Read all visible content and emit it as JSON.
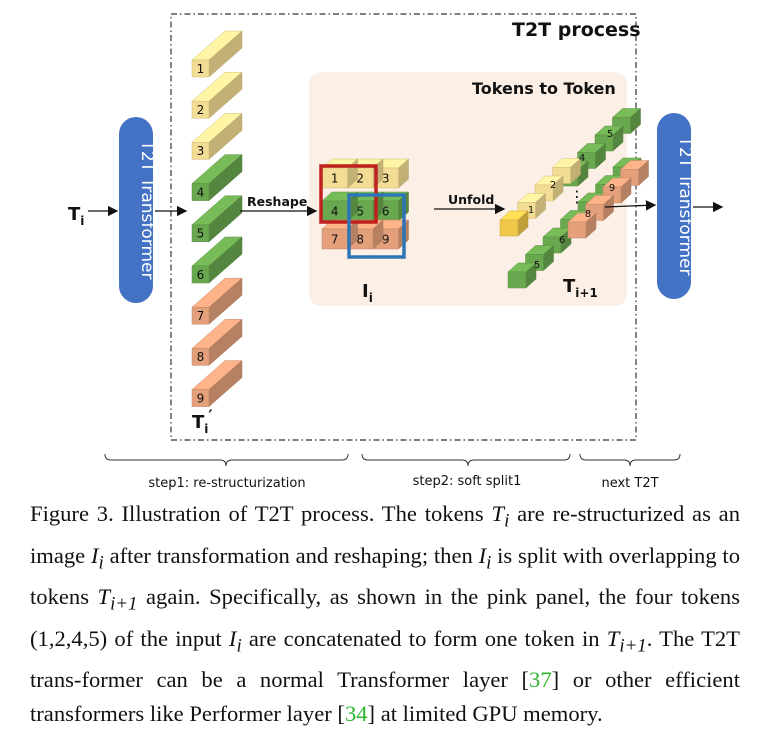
{
  "diagram": {
    "process_title": "T2T process",
    "panel_title": "Tokens to Token",
    "transformer_label": "T2T Transformer",
    "input_label": "T",
    "input_sub": "i",
    "reshaped_label": "T",
    "reshaped_sub": "i",
    "reshaped_prime": "′",
    "image_label": "I",
    "image_sub": "i",
    "output_label": "T",
    "output_sub": "i+1",
    "reshape_arrow": "Reshape",
    "unfold_arrow": "Unfold",
    "ellipsis": "⋮",
    "column_tokens": [
      "1",
      "2",
      "3",
      "4",
      "5",
      "6",
      "7",
      "8",
      "9"
    ],
    "grid_tokens": [
      "1",
      "2",
      "3",
      "4",
      "5",
      "6",
      "7",
      "8",
      "9"
    ],
    "out_long_bar_tokens": [
      "5",
      "6",
      "4",
      "5"
    ],
    "out_mid_bar_tokens": [
      "1",
      "2"
    ],
    "out_orange_bar_tokens": [
      "8",
      "9"
    ],
    "steps": [
      "step1: re-structurization",
      "step2: soft split1",
      "next T2T"
    ],
    "colors": {
      "yellow": "#f3dc93",
      "green": "#6aa84f",
      "orange": "#e3a07a",
      "transformer": "#4472c4",
      "red_box": "#c0201e",
      "blue_box": "#2e75b6",
      "panel": "#fcefe5"
    }
  },
  "caption": {
    "p1": "Figure 3. Illustration of T2T process.  The tokens ",
    "v1": "T",
    "s1": "i",
    "p2": " are re-structurized as an image ",
    "v2": "I",
    "s2": "i",
    "p3": " after transformation and reshaping; then ",
    "v3": "I",
    "s3": "i",
    "p4": " is split with overlapping to tokens ",
    "v4": "T",
    "s4": "i+1",
    "p5": " again. Specifically, as shown in the pink panel, the four tokens (1,2,4,5) of the input ",
    "v5": "I",
    "s5": "i",
    "p6": " are concatenated to form one token in ",
    "v6": "T",
    "s6": "i+1",
    "p7": ".  The T2T trans-former can be a normal Transformer layer [",
    "c1": "37",
    "p8": "] or other efficient transformers like Performer layer [",
    "c2": "34",
    "p9": "] at limited GPU memory."
  }
}
